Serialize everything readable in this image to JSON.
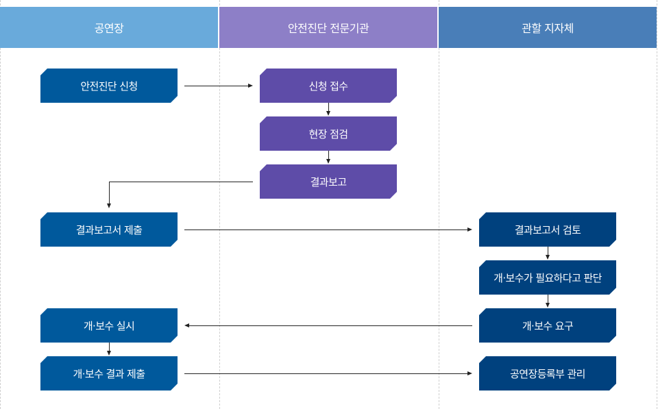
{
  "lanes": [
    {
      "label": "공연장",
      "color": "#69aadb"
    },
    {
      "label": "안전진단 전문기관",
      "color": "#8d7fc7"
    },
    {
      "label": "관할 지자체",
      "color": "#497eb8"
    }
  ],
  "steps": {
    "venue_apply": "안전진단 신청",
    "agency_receive": "신청 접수",
    "agency_inspect": "현장 점검",
    "agency_report": "결과보고",
    "venue_submit_report": "결과보고서 제출",
    "gov_review": "결과보고서 검토",
    "gov_judge": "개·보수가 필요하다고 판단",
    "gov_request": "개·보수 요구",
    "venue_repair": "개·보수 실시",
    "venue_submit_repair": "개·보수 결과 제출",
    "gov_registry": "공연장등록부 관리"
  },
  "colors": {
    "venue_box": "#00599c",
    "agency_box": "#5e4ca8",
    "gov_box": "#00417e",
    "arrow": "#222222"
  }
}
